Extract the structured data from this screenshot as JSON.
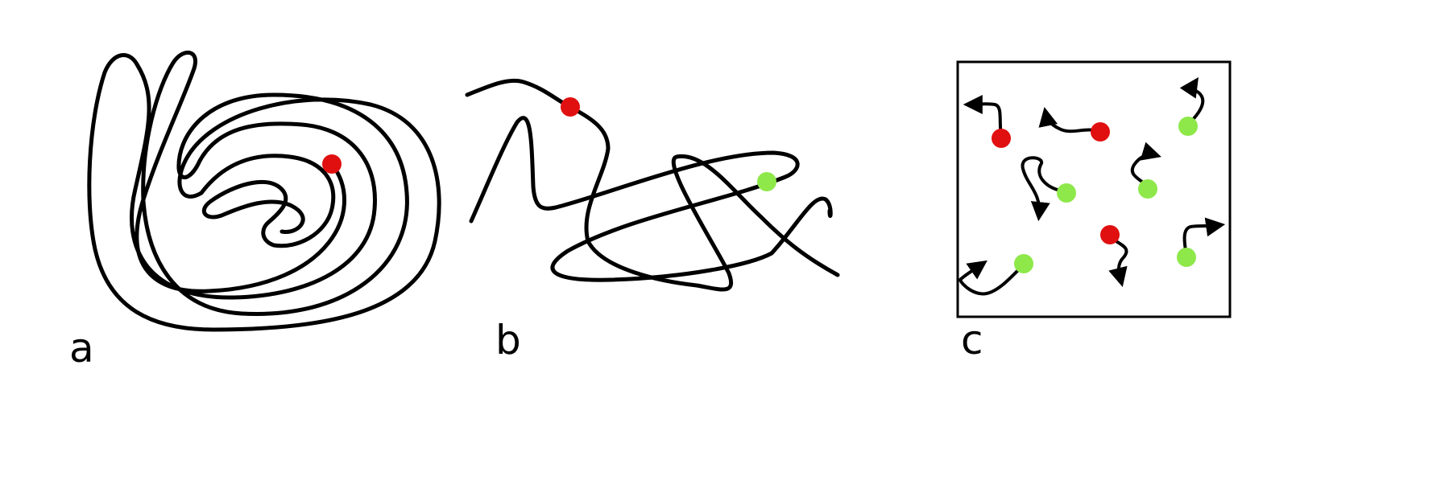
{
  "panels": [
    {
      "label": "a"
    },
    {
      "label": "b"
    },
    {
      "label": "c"
    }
  ],
  "colors": {
    "line": "#000000",
    "red_particle": "#e01010",
    "green_particle": "#8ee84a",
    "background": "#ffffff"
  },
  "legend": []
}
